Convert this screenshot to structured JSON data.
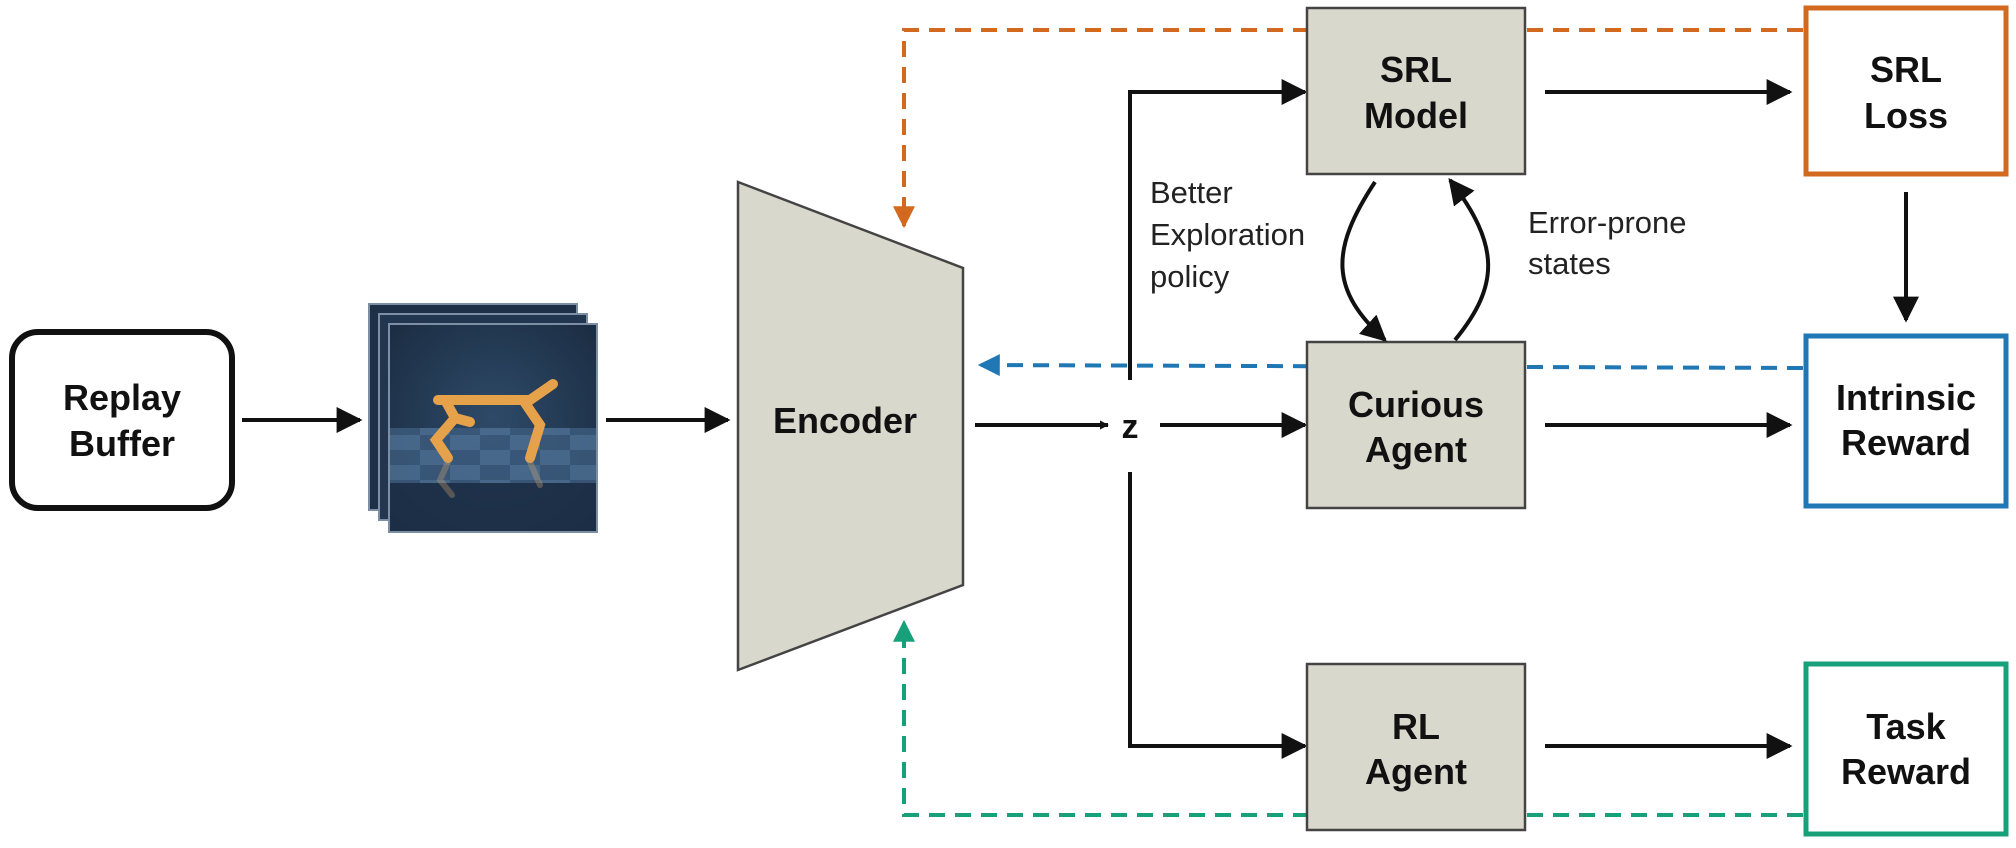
{
  "nodes": {
    "replay_buffer": [
      "Replay",
      "Buffer"
    ],
    "encoder": "Encoder",
    "z": "z",
    "srl_model": [
      "SRL",
      "Model"
    ],
    "curious_agent": [
      "Curious",
      "Agent"
    ],
    "rl_agent": [
      "RL",
      "Agent"
    ],
    "srl_loss": [
      "SRL",
      "Loss"
    ],
    "intrinsic_reward": [
      "Intrinsic",
      "Reward"
    ],
    "task_reward": [
      "Task",
      "Reward"
    ]
  },
  "annotations": {
    "better_exploration": [
      "Better",
      "Exploration",
      "policy"
    ],
    "error_prone": [
      "Error-prone",
      "states"
    ]
  },
  "observation_image": "observation-frames",
  "colors": {
    "box_fill": "#d9d8cc",
    "box_stroke": "#444444",
    "arrow": "#111111",
    "srl_loss": "#d2691e",
    "intrinsic_reward": "#1f77b4",
    "task_reward": "#17a07a"
  }
}
